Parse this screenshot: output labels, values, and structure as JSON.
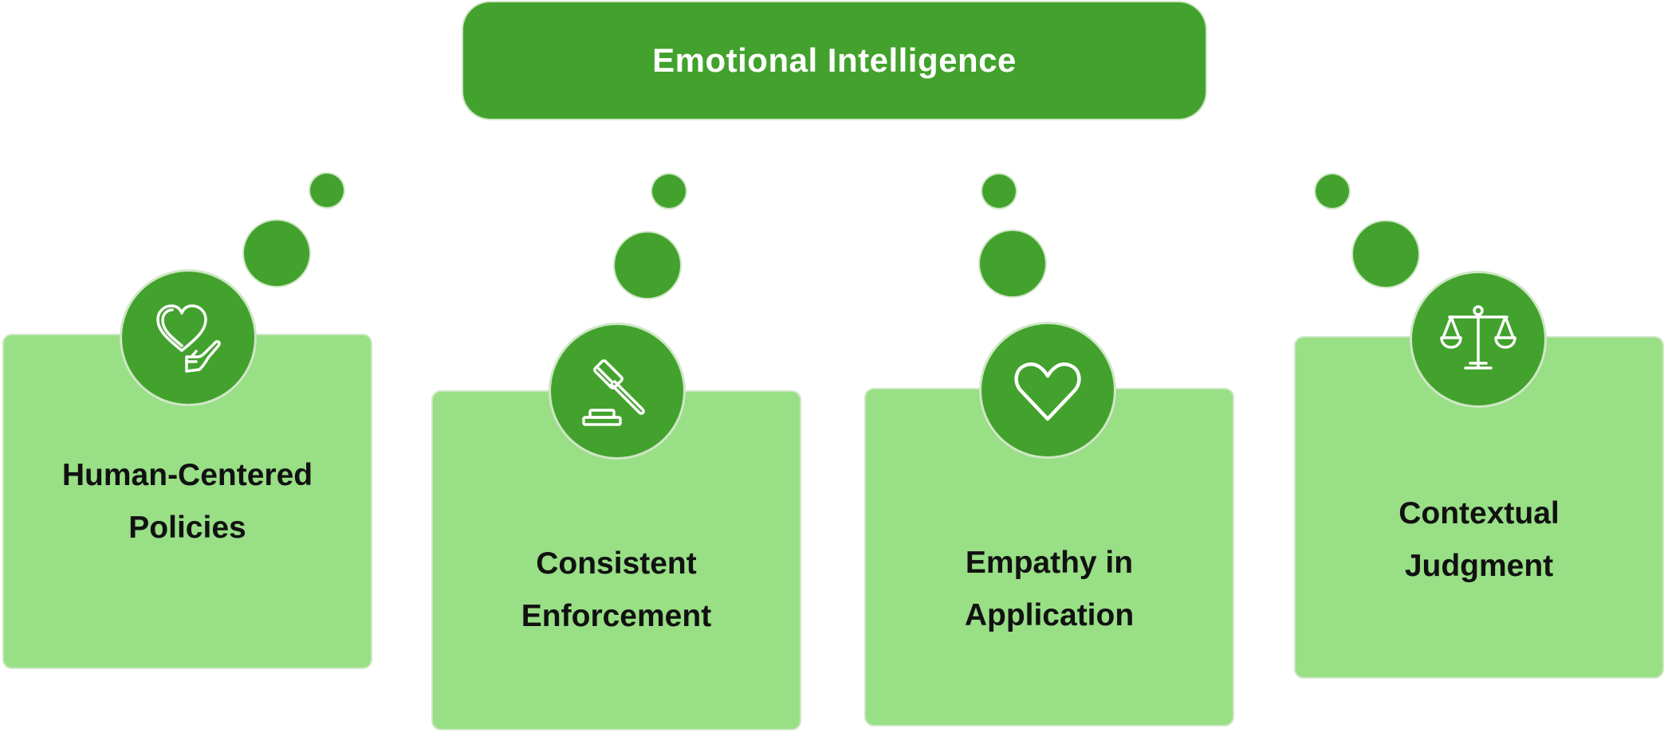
{
  "header": {
    "title": "Emotional Intelligence"
  },
  "pillars": [
    {
      "line1": "Human-Centered",
      "line2": "Policies",
      "icon": "heart-hand-icon"
    },
    {
      "line1": "Consistent",
      "line2": "Enforcement",
      "icon": "gavel-icon"
    },
    {
      "line1": "Empathy in",
      "line2": "Application",
      "icon": "heart-icon"
    },
    {
      "line1": "Contextual",
      "line2": "Judgment",
      "icon": "scales-icon"
    }
  ],
  "colors": {
    "primary_green": "#43a22d",
    "card_green": "#98df85",
    "text": "#111111"
  }
}
